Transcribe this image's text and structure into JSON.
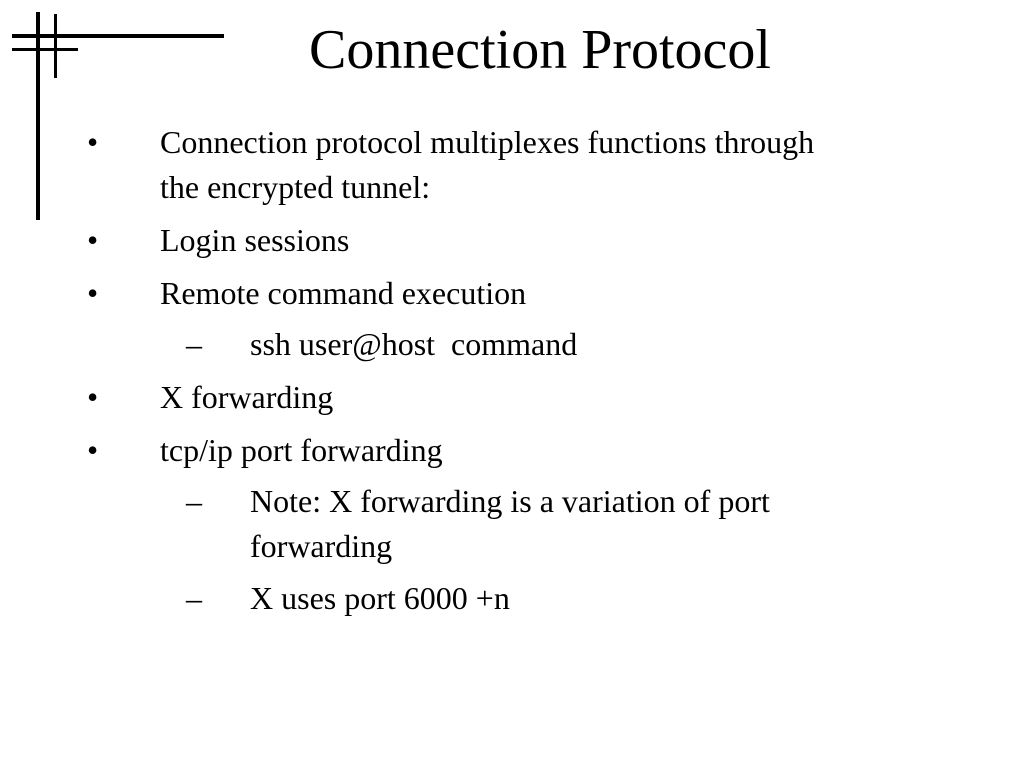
{
  "slide": {
    "title": "Connection Protocol",
    "items": [
      {
        "marker": "•",
        "lines": [
          "Connection protocol multiplexes functions through",
          "the encrypted tunnel:"
        ]
      },
      {
        "marker": "•",
        "lines": [
          "Login sessions"
        ]
      },
      {
        "marker": "•",
        "lines": [
          "Remote command execution"
        ]
      },
      {
        "marker": "–",
        "lines": [
          "ssh user@host  command"
        ]
      },
      {
        "marker": "•",
        "lines": [
          "X forwarding"
        ]
      },
      {
        "marker": "•",
        "lines": [
          "tcp/ip port forwarding"
        ]
      },
      {
        "marker": "–",
        "lines": [
          "Note: X forwarding is a variation of port",
          "forwarding"
        ]
      },
      {
        "marker": "–",
        "lines": [
          "X uses port 6000 +n"
        ]
      }
    ]
  }
}
